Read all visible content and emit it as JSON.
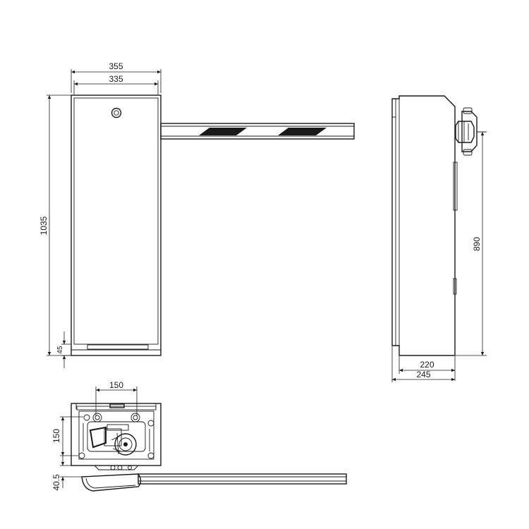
{
  "dimensions": {
    "front_outer_width": "355",
    "front_inner_width": "335",
    "front_height": "1035",
    "front_base": "45",
    "side_height": "890",
    "side_inner_depth": "220",
    "side_outer_depth": "245",
    "top_mount_width": "150",
    "top_mount_depth": "150",
    "top_offset": "40.5"
  }
}
